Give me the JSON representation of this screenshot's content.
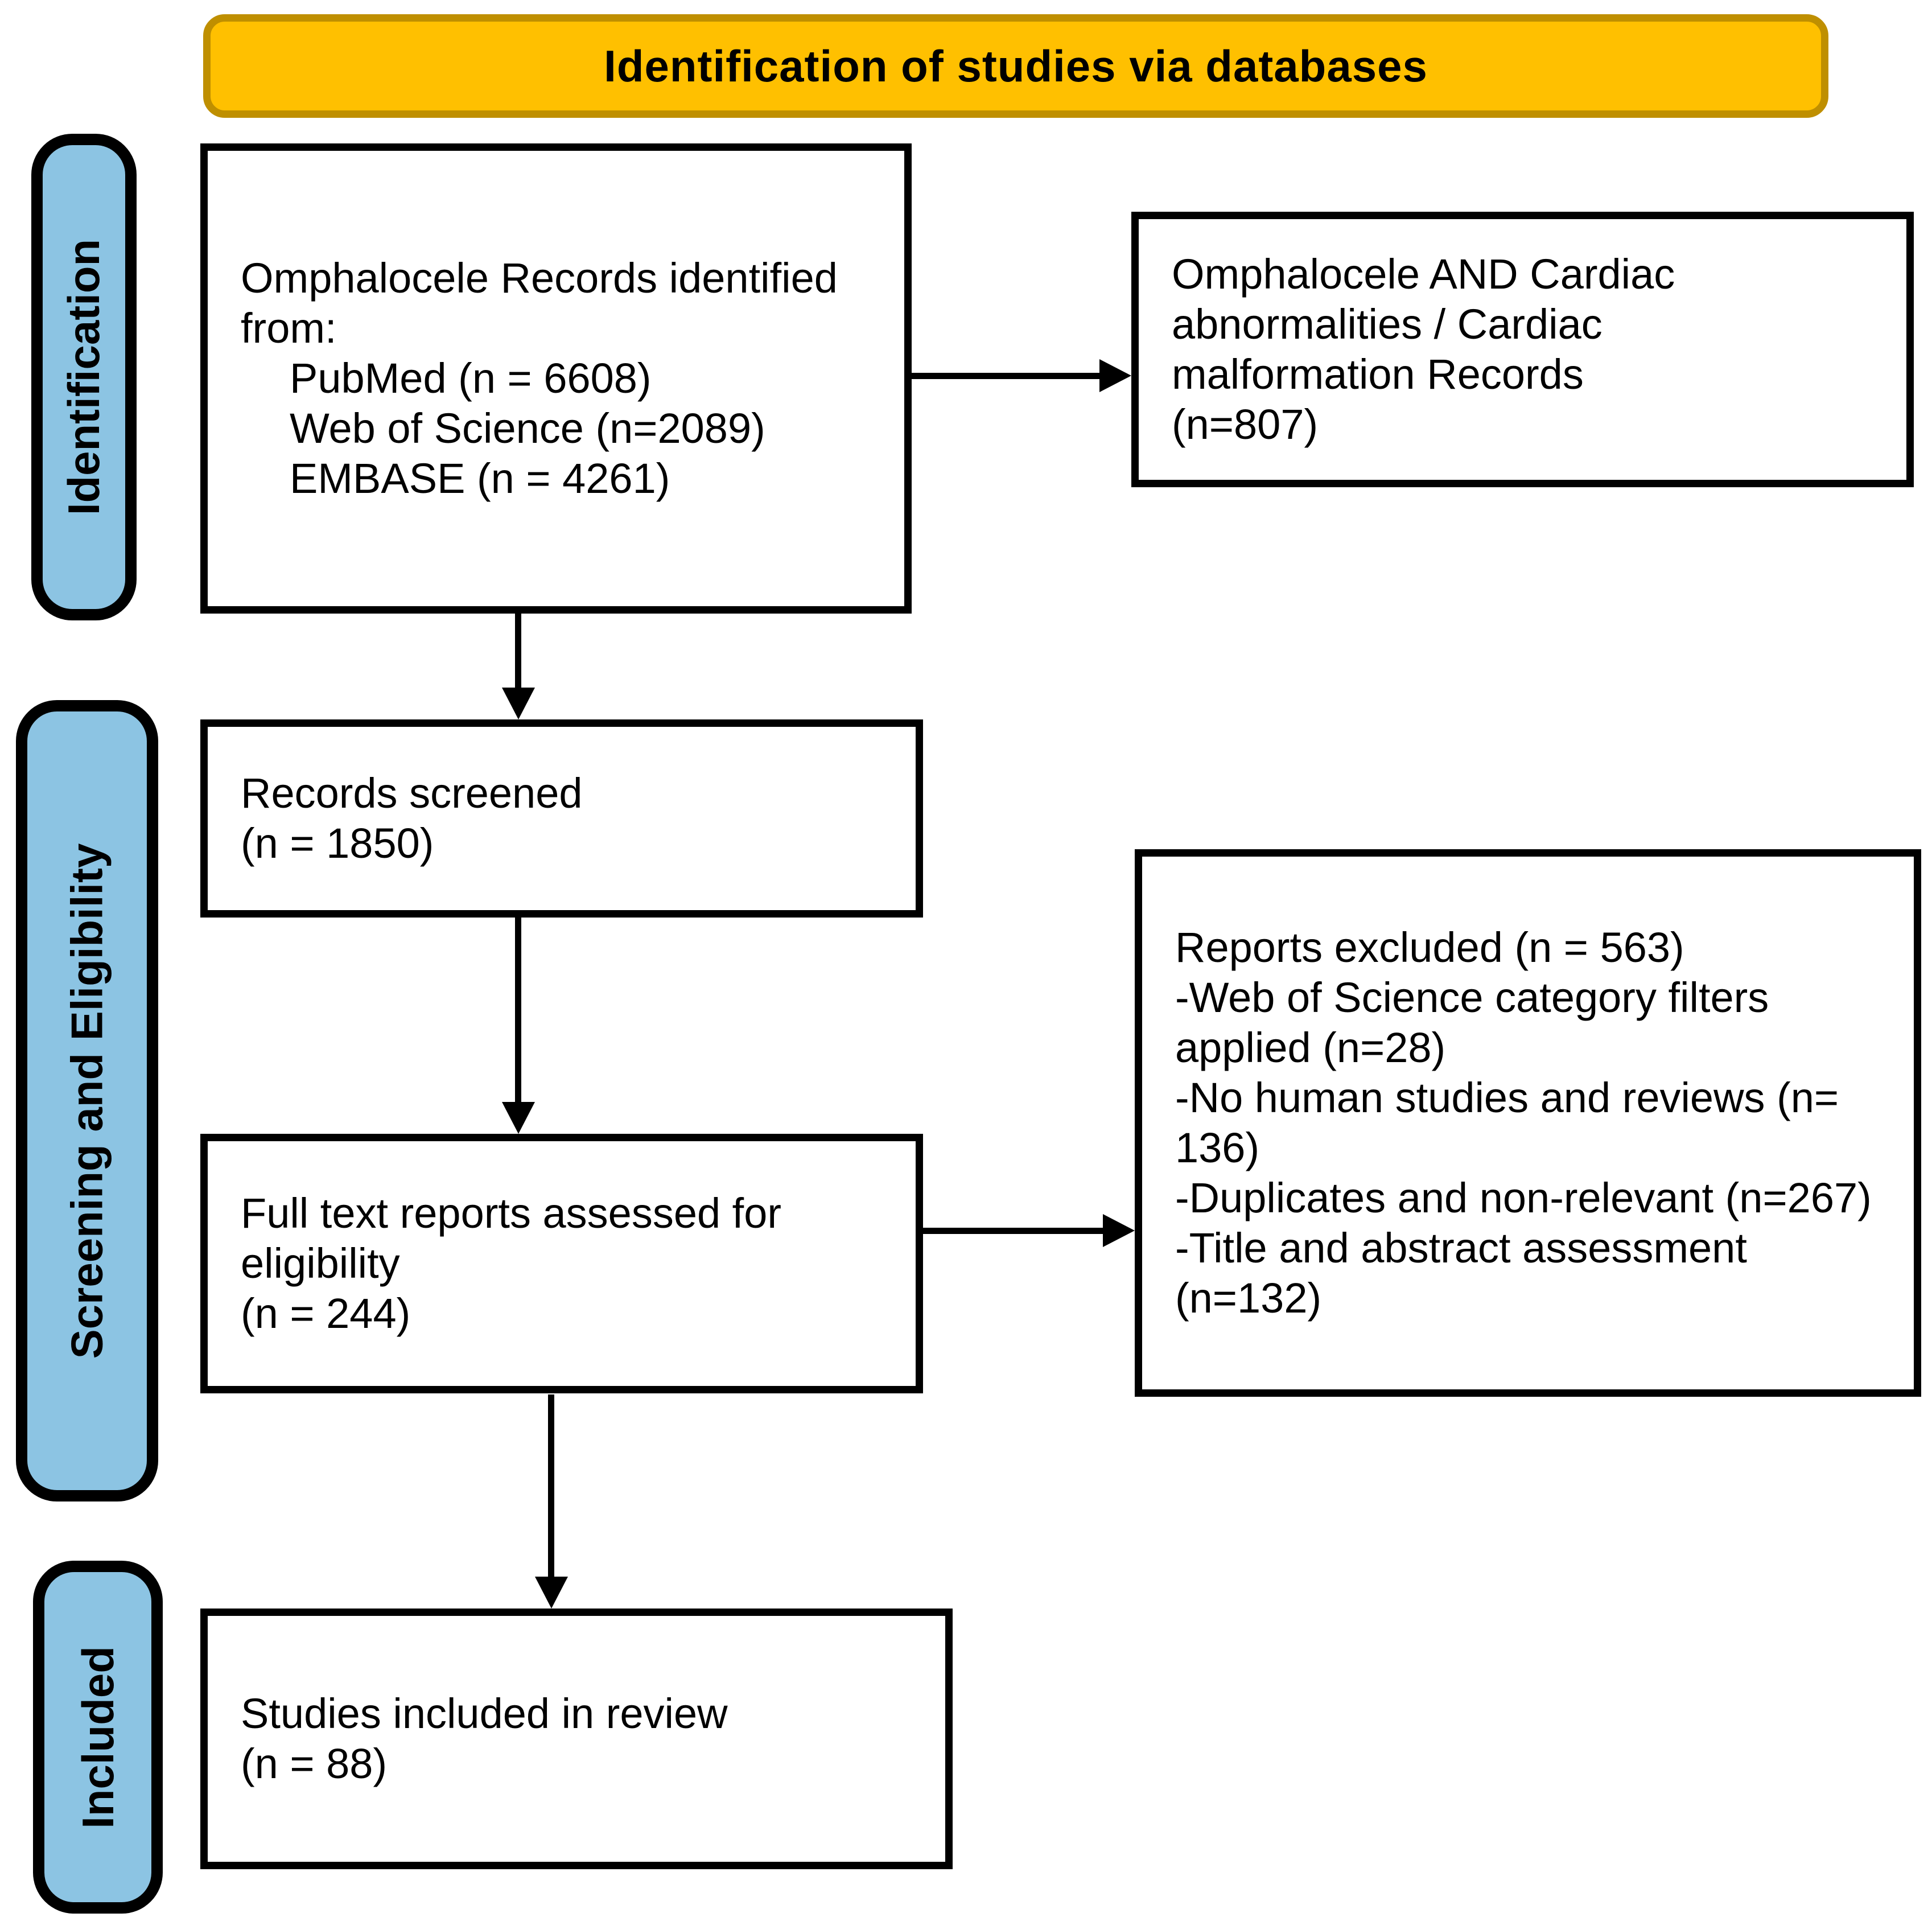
{
  "title": "Identification of studies via databases",
  "sidebar": {
    "identification": "Identification",
    "screening": "Screening and Eligibility",
    "included": "Included"
  },
  "flow": {
    "records_identified": {
      "intro": "Omphalocele Records identified\nfrom:",
      "sources": [
        "PubMed (n = 6608)",
        "Web of Science (n=2089)",
        "EMBASE (n = 4261)"
      ]
    },
    "cardiac_records": {
      "text": "Omphalocele AND Cardiac\nabnormalities / Cardiac\nmalformation Records\n(n=807)"
    },
    "records_screened": {
      "text": "Records screened\n(n = 1850)"
    },
    "full_text_assessed": {
      "text": "Full text reports assessed for\neligibility\n(n = 244)"
    },
    "reports_excluded": {
      "text": "Reports excluded (n = 563)\n-Web of Science category filters\napplied (n=28)\n-No human studies and reviews (n=\n136)\n-Duplicates and non-relevant (n=267)\n-Title and abstract assessment\n(n=132)"
    },
    "studies_included": {
      "text": "Studies included in review\n(n = 88)"
    }
  },
  "colors": {
    "banner_fill": "#FFC000",
    "banner_border": "#BF8F00",
    "sidebar_fill": "#8CC4E3",
    "line_color": "#000000"
  }
}
